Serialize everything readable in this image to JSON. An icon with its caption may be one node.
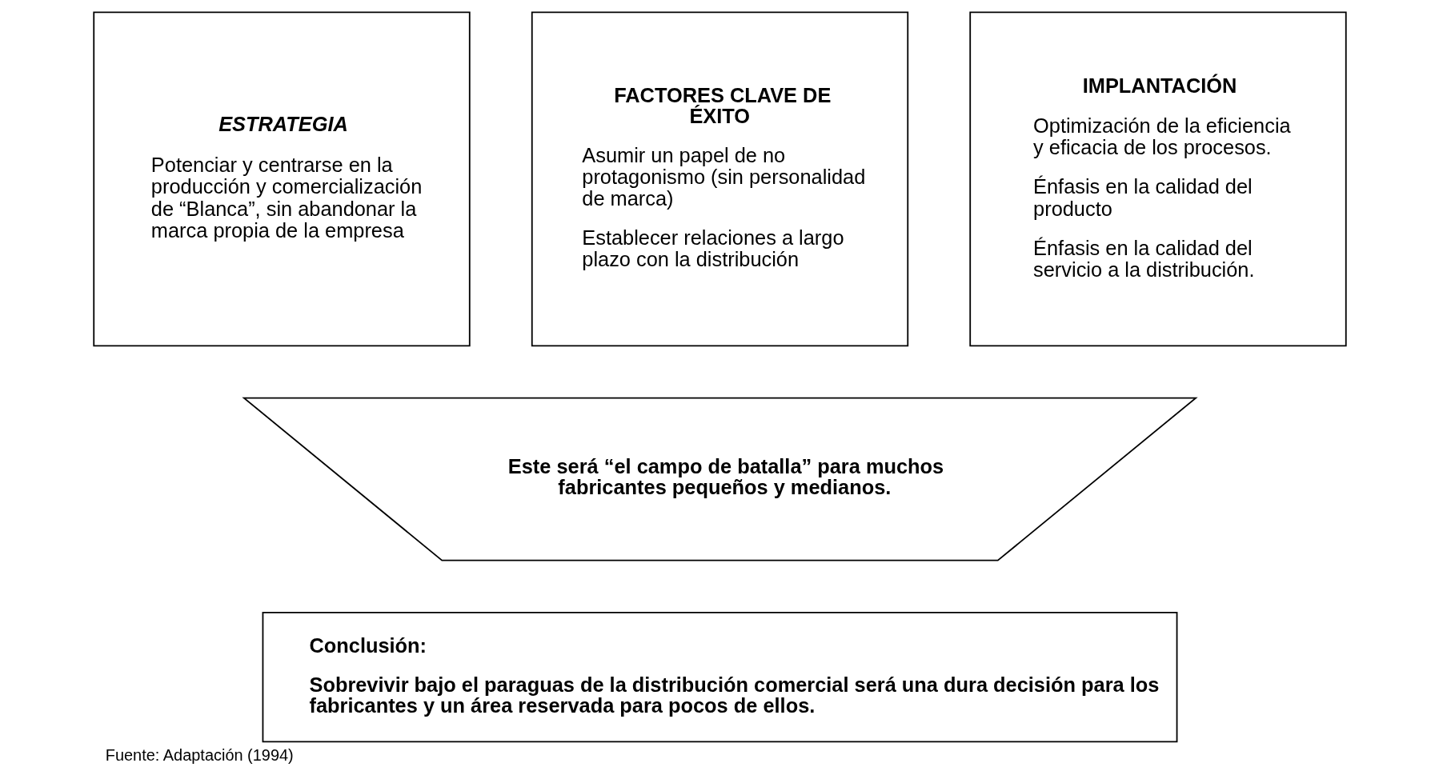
{
  "diagram": {
    "caption": "Fuente: Adaptación (1994)",
    "nodes": [
      {
        "text": [
          "ESTRATEGIA",
          "Potenciar y centrarse en la producción y comercialización de “Blanca”, sin abandonar la marca propia de la empresa"
        ]
      },
      {
        "text": [
          "FACTORES CLAVE DE ÉXITO",
          "Asumir un papel de no protagonismo (sin personalidad de marca)",
          "Establecer relaciones a largo plazo con la distribución"
        ]
      },
      {
        "text": [
          "IMPLANTACIÓN",
          "Optimización de la eficiencia y eficacia de los procesos.",
          "Énfasis en la calidad del producto",
          "Énfasis en la calidad del servicio a la distribución."
        ]
      },
      {
        "text": [
          "Este será “el campo de batalla” para muchos fabricantes pequeños y medianos."
        ]
      },
      {
        "text": [
          "Conclusión:",
          "Sobrevivir bajo el paraguas de la distribución comercial será una dura decisión para los fabricantes y un área reservada para pocos de ellos."
        ]
      }
    ]
  }
}
